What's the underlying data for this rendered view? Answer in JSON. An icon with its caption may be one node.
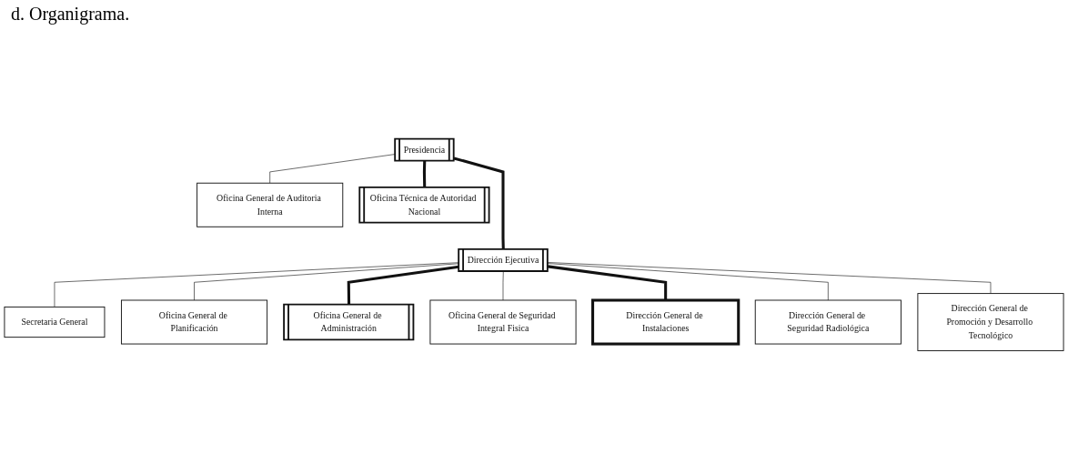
{
  "diagram": {
    "title": "d. Organigrama.",
    "nodes": [
      {
        "text": [
          "Presidencia"
        ]
      },
      {
        "text": [
          "Oficina General de Auditoria Interna"
        ]
      },
      {
        "text": [
          "Oficina Técnica de Autoridad Nacional"
        ]
      },
      {
        "text": [
          "Dirección Ejecutiva"
        ]
      },
      {
        "text": [
          "Secretaria General"
        ]
      },
      {
        "text": [
          "Oficina General de Planificación"
        ]
      },
      {
        "text": [
          "Oficina General de Administración"
        ]
      },
      {
        "text": [
          "Oficina General de Seguridad Integral Fisica"
        ]
      },
      {
        "text": [
          "Dirección General de Seguridad Radiológica"
        ]
      },
      {
        "text": [
          "Dirección General de Instalaciones"
        ]
      },
      {
        "text": [
          "Dirección General de Promoción y Desarrollo Tecnológico"
        ]
      }
    ],
    "edges": [
      {
        "from": 0,
        "to": 3,
        "arrow": "none",
        "style": "thick"
      },
      {
        "from": 0,
        "to": 1,
        "arrow": "none"
      },
      {
        "from": 0,
        "to": 2,
        "arrow": "none",
        "style": "thick"
      },
      {
        "from": 3,
        "to": 4,
        "arrow": "none"
      },
      {
        "from": 3,
        "to": 5,
        "arrow": "none"
      },
      {
        "from": 3,
        "to": 6,
        "arrow": "none",
        "style": "thick"
      },
      {
        "from": 3,
        "to": 7,
        "arrow": "none"
      },
      {
        "from": 3,
        "to": 9,
        "arrow": "none",
        "style": "thick"
      },
      {
        "from": 3,
        "to": 8,
        "arrow": "none"
      },
      {
        "from": 3,
        "to": 10,
        "arrow": "none"
      }
    ]
  }
}
